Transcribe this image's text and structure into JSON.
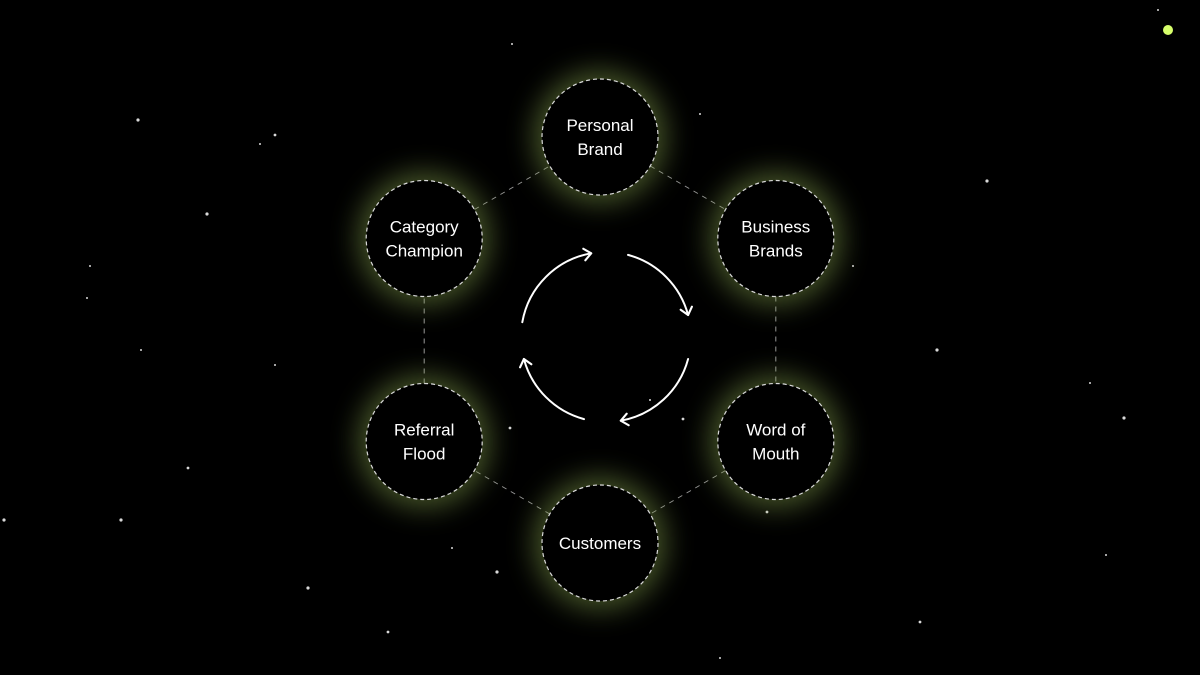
{
  "diagram": {
    "type": "cycle",
    "colors": {
      "background": "#000000",
      "node_fill": "#000000",
      "node_border": "#d9d9d9",
      "glow": "#7f9a4a",
      "connector": "#bdbdbd",
      "arrow": "#ffffff",
      "accent_dot": "#d7ff6b"
    },
    "nodes": [
      {
        "id": "personal-brand",
        "lines": [
          "Personal",
          "Brand"
        ]
      },
      {
        "id": "business-brands",
        "lines": [
          "Business",
          "Brands"
        ]
      },
      {
        "id": "word-of-mouth",
        "lines": [
          "Word of",
          "Mouth"
        ]
      },
      {
        "id": "customers",
        "lines": [
          "Customers"
        ]
      },
      {
        "id": "referral-flood",
        "lines": [
          "Referral",
          "Flood"
        ]
      },
      {
        "id": "category-champion",
        "lines": [
          "Category",
          "Champion"
        ]
      }
    ],
    "center_arrows": {
      "count": 4,
      "direction": "clockwise"
    }
  }
}
